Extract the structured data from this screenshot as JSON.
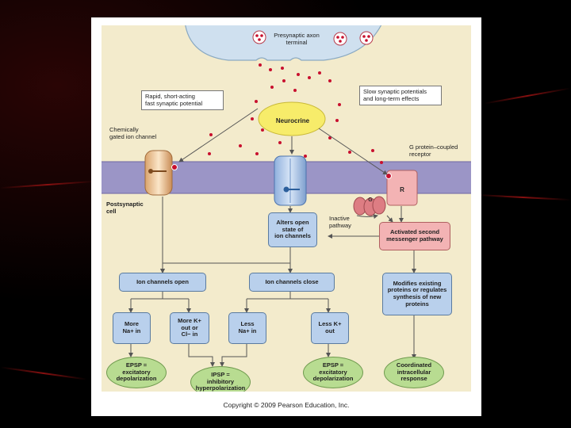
{
  "background": {
    "color": "#000000",
    "streak_color": "#8c0a0a"
  },
  "diagram": {
    "presynaptic_label": "Presynaptic axon\nterminal",
    "neurocrine_label": "Neurocrine",
    "callout_fast": "Rapid, short-acting\nfast synaptic potential",
    "callout_slow": "Slow synaptic potentials\nand long-term effects",
    "chem_gated_label": "Chemically\ngated ion channel",
    "gpcr_label": "G protein–coupled\nreceptor",
    "postsynaptic_label": "Postsynaptic\ncell",
    "receptor_R": "R",
    "g_protein": "G",
    "inactive_pathway": "Inactive\npathway",
    "boxes": {
      "alters_open": "Alters open\nstate of\nion channels",
      "activated_second": "Activated second\nmessenger pathway",
      "ion_open": "Ion channels open",
      "ion_close": "Ion channels close",
      "modifies": "Modifies existing\nproteins or regulates\nsynthesis of new\nproteins",
      "more_na": "More\nNa+ in",
      "more_k": "More K+\nout or\nCl− in",
      "less_na": "Less\nNa+ in",
      "less_k": "Less K+\nout"
    },
    "outcomes": {
      "epsp1": "EPSP =\nexcitatory\ndepolarization",
      "ipsp": "IPSP =\ninhibitory\nhyperpolarization",
      "epsp2": "EPSP =\nexcitatory\ndepolarization",
      "coordinated": "Coordinated\nintracellular\nresponse"
    },
    "colors": {
      "cytoplasm": "#f3ebcc",
      "membrane": "#9b95c6",
      "blue_box": "#b9d0ec",
      "red_box": "#f3b3b4",
      "green_oval": "#b8dc91",
      "neurotransmitter": "#c8102e",
      "neurocrine": "#f7ec6a"
    }
  },
  "copyright": "Copyright © 2009 Pearson Education, Inc."
}
